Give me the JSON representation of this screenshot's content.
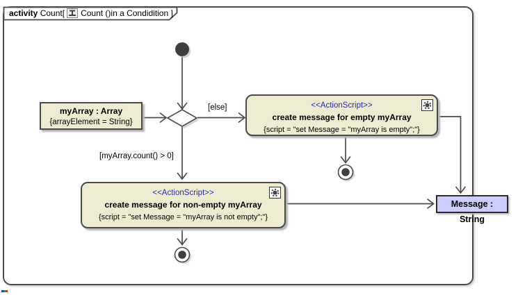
{
  "colors": {
    "node_fill": "#EDECD2",
    "node_border": "#4A4A4A",
    "stereotype_text": "#2929B8",
    "object_node_fill": "#CCCCFF",
    "line": "#4A4A4A",
    "initial_node_fill": "#3F3F3F"
  },
  "header": {
    "keyword": "activity",
    "name": "Count[",
    "diagram_name": "Count ()in a Condidition",
    "closing_bracket": "]"
  },
  "nodes": {
    "myarray": {
      "title": "myArray : Array",
      "constraint": "{arrayElement = String}"
    },
    "action_empty": {
      "stereotype": "<<ActionScript>>",
      "name": "create message for empty myArray",
      "script": "{script = \"set Message = \"myArray is empty\";\"}"
    },
    "action_nonempty": {
      "stereotype": "<<ActionScript>>",
      "name": "create message for non-empty myArray",
      "script": "{script = \"set Message = \"myArray is not empty\";\"}"
    },
    "message": {
      "title": "Message : String"
    }
  },
  "edges": {
    "else_guard": "[else]",
    "nonempty_guard": "[myArray.count() > 0]"
  }
}
